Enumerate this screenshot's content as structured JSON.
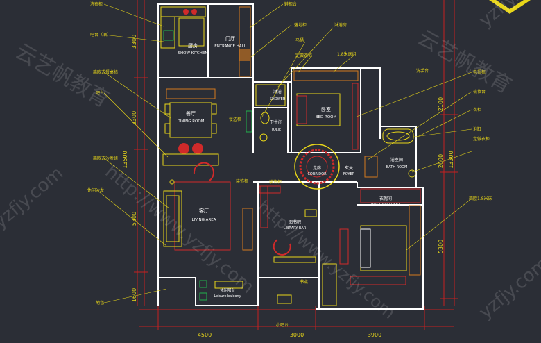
{
  "drawing": {
    "rooms": {
      "kitchen_cn": "厨房",
      "kitchen_en": "SHOW KITCHEN",
      "entrance_cn": "门厅",
      "entrance_en": "ENTRANCE HALL",
      "dining_cn": "餐厅",
      "dining_en": "DINING ROOM",
      "shower_cn": "淋浴",
      "shower_en": "SHOWER",
      "toilet_cn": "卫生间",
      "toilet_en": "TOLIE",
      "bedroom_cn": "卧室",
      "bedroom_en": "BED ROOM",
      "corridor_cn": "走廊",
      "corridor_en": "CORRIDOR",
      "foyer_cn": "玄关",
      "foyer_en": "FOYER",
      "bath_cn": "浴室间",
      "bath_en": "BATH ROOM",
      "closet_cn": "衣帽间",
      "closet_en": "WALK IN CLOSET",
      "living_cn": "客厅",
      "living_en": "LIVING AREA",
      "library_cn": "图书吧",
      "library_en": "LIBRARY BAR",
      "balcony_cn": "休闲阳台",
      "balcony_en": "Leisure balcony"
    },
    "callouts_left": [
      "洗衣柜",
      "吧台（酒）",
      "简欧式餐桌椅",
      "吧台",
      "简欧式沙发组",
      "休闲沙发",
      "地毯"
    ],
    "callouts_top": [
      "鞋柜台",
      "落地柜",
      "马桶",
      "淋浴房",
      "定做衣柜",
      "1.8米床组"
    ],
    "callouts_right": [
      "电视柜",
      "梳妆台",
      "衣柜",
      "浴缸",
      "定做衣柜",
      "洗手台",
      "简欧1.8米床"
    ],
    "callouts_bottom": [
      "书桌",
      "装饰柜",
      "小吧台",
      "装饰柜",
      "餐边柜"
    ],
    "dims_left": [
      "3300",
      "3300",
      "13500",
      "5300",
      "1600"
    ],
    "dims_right": [
      "2100",
      "2600",
      "13300",
      "5300"
    ],
    "dims_bottom": [
      "4500",
      "3000",
      "3900"
    ],
    "watermarks": [
      "云艺帆教育",
      "http://www.yzfjy.com",
      "yzfjy.com"
    ],
    "colors": {
      "background": "#2b2e36",
      "wall": "#ffffff",
      "furniture_yellow": "#e8d619",
      "furniture_red": "#d02a2a",
      "dimension_red": "#c62020",
      "accent_orange": "#d47a1e",
      "green_fixture": "#22b14c",
      "magenta": "#d23ad2"
    }
  }
}
